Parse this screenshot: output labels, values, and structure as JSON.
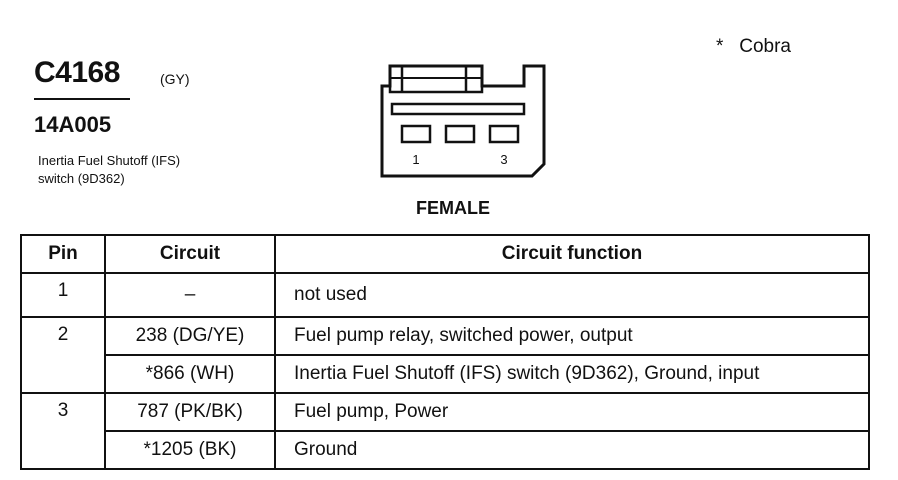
{
  "note": {
    "marker": "*",
    "label": "Cobra"
  },
  "connector": {
    "id": "C4168",
    "color_code": "(GY)",
    "part_number": "14A005",
    "description_line1": "Inertia Fuel Shutoff (IFS)",
    "description_line2": "switch (9D362)",
    "pin_label_left": "1",
    "pin_label_right": "3",
    "gender": "FEMALE"
  },
  "table": {
    "headers": [
      "Pin",
      "Circuit",
      "Circuit function"
    ],
    "rows": [
      {
        "pin": "1",
        "circuit": "–",
        "function": "not used"
      },
      {
        "pin": "2",
        "circuit": "238 (DG/YE)",
        "function": "Fuel pump relay, switched power, output"
      },
      {
        "pin": "",
        "circuit": "*866 (WH)",
        "function": "Inertia Fuel Shutoff (IFS) switch (9D362), Ground, input"
      },
      {
        "pin": "3",
        "circuit": "787 (PK/BK)",
        "function": "Fuel pump, Power"
      },
      {
        "pin": "",
        "circuit": "*1205 (BK)",
        "function": "Ground"
      }
    ]
  }
}
